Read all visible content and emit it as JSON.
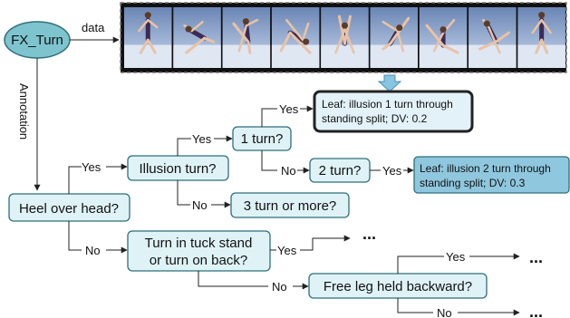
{
  "nodes": {
    "root": "FX_Turn",
    "heel_over_head": "Heel over head?",
    "illusion_turn": "Illusion turn?",
    "one_turn": "1 turn?",
    "two_turn": "2 turn?",
    "three_turn": "3 turn or more?",
    "tuck_stand_line1": "Turn in tuck stand",
    "tuck_stand_line2": "or turn on back?",
    "free_leg": "Free leg held backward?",
    "leaf1_line1": "Leaf: illusion 1 turn through",
    "leaf1_line2": "standing split; DV: 0.2",
    "leaf2_line1": "Leaf: illusion 2 turn through",
    "leaf2_line2": "standing split; DV: 0.3"
  },
  "edges": {
    "data": "data",
    "annotation": "Annotation",
    "yes": "Yes",
    "no": "No",
    "ellipsis": "..."
  },
  "colors": {
    "node_fill": "#dff3f7",
    "node_stroke": "#2f6f7a",
    "root_fill": "#7dc4cf",
    "leaf1_fill": "#e3f2f8",
    "leaf2_fill": "#8fc7de",
    "down_arrow": "#86c6e3"
  },
  "icons": {
    "filmstrip": "gymnastics-frame-sequence",
    "down_arrow": "down-arrow-icon"
  }
}
